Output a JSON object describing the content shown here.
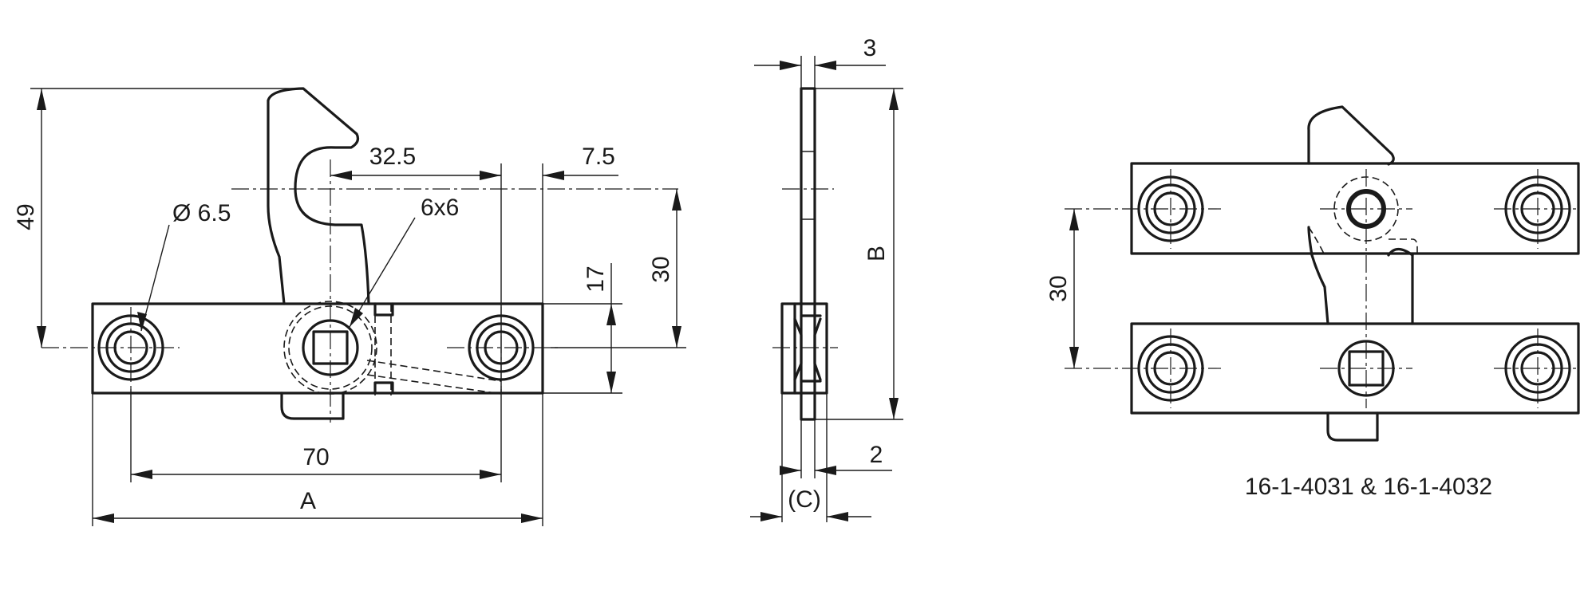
{
  "dimensions": {
    "height_49": "49",
    "dia_6_5": "Ø 6.5",
    "d_32_5": "32.5",
    "d_7_5": "7.5",
    "square_6x6": "6x6",
    "d_17": "17",
    "d_30_front": "30",
    "d_70": "70",
    "d_A": "A",
    "d_3": "3",
    "d_B": "B",
    "d_2": "2",
    "d_C": "(C)",
    "d_30_right": "30"
  },
  "caption": "16-1-4031 & 16-1-4032"
}
